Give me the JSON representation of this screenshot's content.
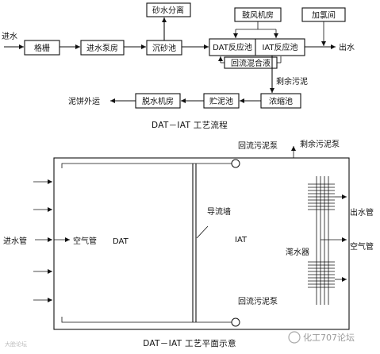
{
  "flow": {
    "inlet": "进水",
    "outlet": "出水",
    "bar_screen": "格栅",
    "inlet_pump_house": "进水泵房",
    "grit_chamber": "沉砂池",
    "grit_separation": "砂水分离",
    "dat_reactor": "DAT反应池",
    "iat_reactor": "IAT反应池",
    "blower_house": "鼓风机房",
    "chlorination_room": "加氯间",
    "return_mixed_liquor": "回流混合液",
    "excess_sludge": "剩余污泥",
    "thickener": "浓缩池",
    "sludge_storage": "贮泥池",
    "dewatering_house": "脱水机房",
    "cake_disposal": "泥饼外运",
    "caption": "DAT－IAT 工艺流程"
  },
  "plan": {
    "return_pump_top": "回流污泥泵",
    "excess_pump": "剩余污泥泵",
    "return_pump_bottom": "回流污泥泵",
    "inlet_pipe": "进水管",
    "air_pipe_dat": "空气管",
    "dat": "DAT",
    "baffle_wall": "导流墙",
    "iat": "IAT",
    "decanter": "滗水器",
    "outlet_pipe": "出水管",
    "air_pipe_right": "空气管",
    "caption": "DAT－IAT 工艺平面示意"
  },
  "watermark": {
    "forum": "化工707论坛",
    "left_mark": "大脸论坛"
  }
}
